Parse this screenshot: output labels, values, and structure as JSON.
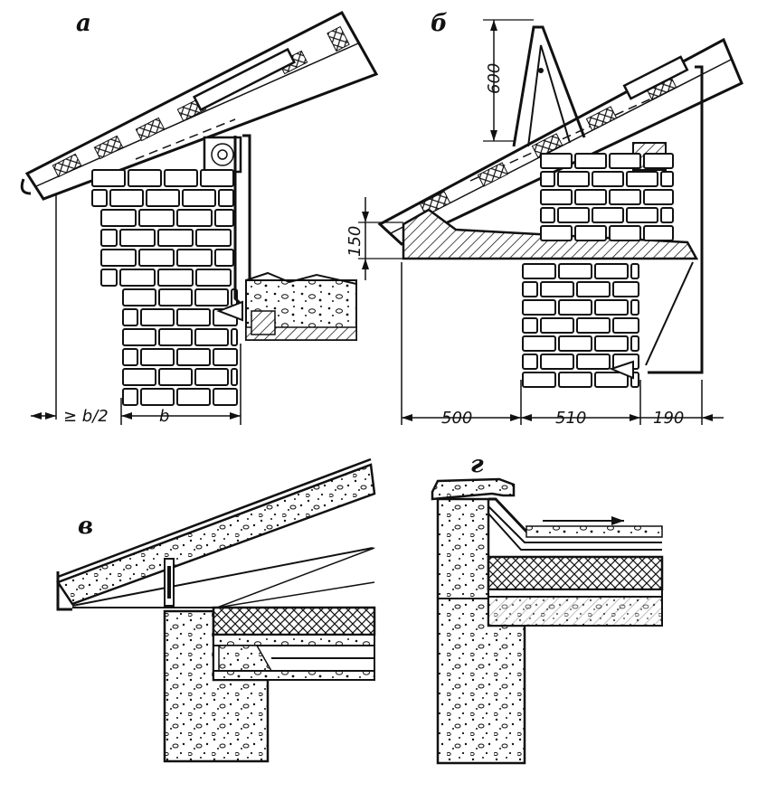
{
  "panels": {
    "a": {
      "label": "а",
      "dims": {
        "overhang": "≥ b/2",
        "width": "b"
      }
    },
    "b": {
      "label": "б",
      "dims": {
        "height": "600",
        "eave": "150",
        "left": "500",
        "wall": "510",
        "right": "190"
      }
    },
    "v": {
      "label": "в"
    },
    "g": {
      "label": "г"
    }
  },
  "colors": {
    "ink": "#111111",
    "paper": "#ffffff"
  }
}
